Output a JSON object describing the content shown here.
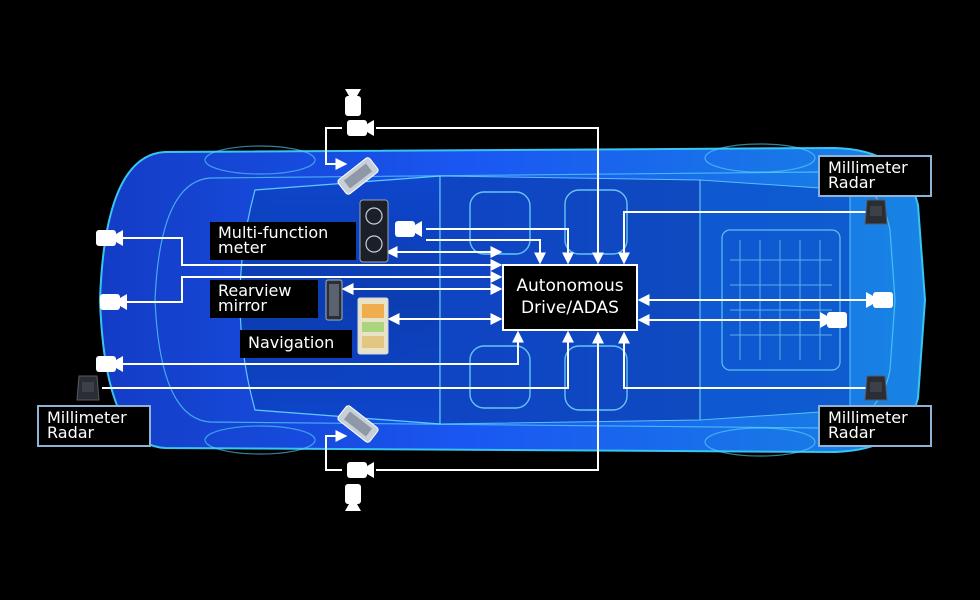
{
  "ecu": {
    "label": "Autonomous\nDrive/ADAS"
  },
  "displays": {
    "multi_function_meter": "Multi-function\nmeter",
    "rearview_mirror": "Rearview\nmirror",
    "navigation": "Navigation"
  },
  "radars": {
    "front_right": "Millimeter\nRadar",
    "rear_left": "Millimeter\nRadar",
    "rear_right": "Millimeter\nRadar"
  },
  "colors": {
    "background": "#000000",
    "car_body": "#1f6fff",
    "car_glow": "#38c8ff",
    "connection_line": "#ffffff",
    "label_border": "#8fb3d6"
  },
  "icons": {
    "camera": "camera-icon",
    "radar": "radar-sensor-icon",
    "side_mirror_camera": "side-mirror-camera-icon"
  }
}
